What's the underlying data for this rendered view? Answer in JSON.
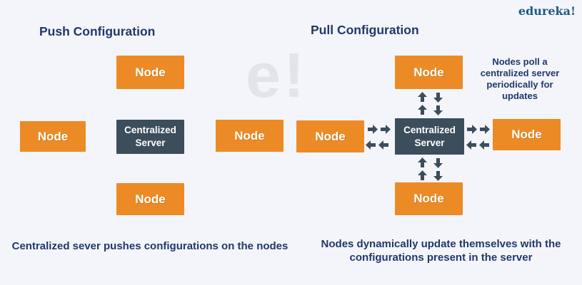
{
  "brand": {
    "logo_text": "edureka!",
    "watermark_text": "e!"
  },
  "push_diagram": {
    "title": "Push Configuration",
    "node_top": "Node",
    "node_left": "Node",
    "node_right": "Node",
    "node_bottom": "Node",
    "server_label": "Centralized Server",
    "caption": "Centralized sever pushes configurations on the nodes"
  },
  "pull_diagram": {
    "title": "Pull Configuration",
    "node_top": "Node",
    "node_left": "Node",
    "node_right": "Node",
    "node_bottom": "Node",
    "server_label": "Centralized Server",
    "note": "Nodes poll a centralized server periodically for updates",
    "caption": "Nodes dynamically update themselves with the configurations present in the server"
  },
  "colors": {
    "background": "#F4F5FA",
    "node_fill": "#EC8B26",
    "server_fill": "#3C4D5C",
    "arrow": "#3C4D5C",
    "heading_text": "#21386B",
    "logo_blue": "#1D5A80",
    "watermark_gray": "#E2E4EB",
    "box_text": "#FFFFFF"
  }
}
